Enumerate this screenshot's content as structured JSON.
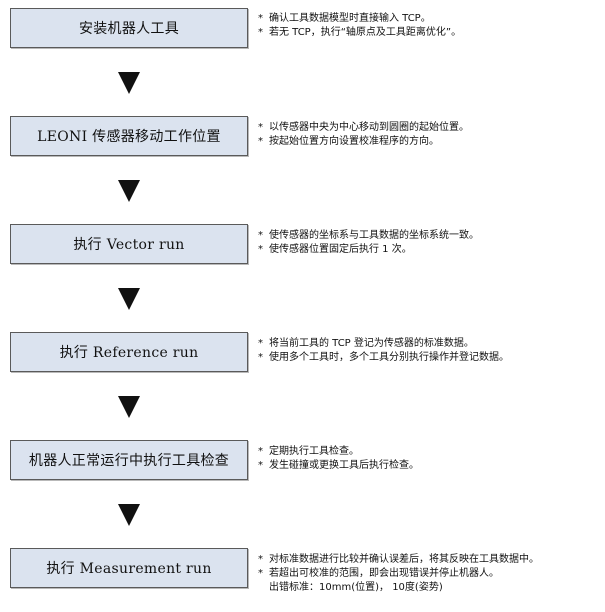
{
  "steps": [
    {
      "label": "安装机器人工具",
      "notes": [
        "确认工具数据模型时直接输入 TCP。",
        "若无 TCP，执行“轴原点及工具距离优化”。"
      ]
    },
    {
      "label": "LEONI 传感器移动工作位置",
      "notes": [
        "以传感器中央为中心移动到圆圈的起始位置。",
        "按起始位置方向设置校准程序的方向。"
      ]
    },
    {
      "label": "执行 Vector run",
      "notes": [
        "使传感器的坐标系与工具数据的坐标系统一致。",
        "使传感器位置固定后执行 1 次。"
      ]
    },
    {
      "label": "执行 Reference run",
      "notes": [
        "将当前工具的 TCP 登记为传感器的标准数据。",
        "使用多个工具时，多个工具分别执行操作并登记数据。"
      ]
    },
    {
      "label": "机器人正常运行中执行工具检查",
      "notes": [
        "定期执行工具检查。",
        "发生碰撞或更换工具后执行检查。"
      ]
    },
    {
      "label": "执行 Measurement run",
      "notes": [
        "对标准数据进行比较并确认误差后，将其反映在工具数据中。",
        "若超出可校准的范围，即会出现错误并停止机器人。"
      ],
      "extra_line": "出错标准：10mm(位置)， 10度(姿势)"
    }
  ],
  "bullet_symbol": "*",
  "colors": {
    "box_fill": "#dbe3ef",
    "box_border": "#5a5a5a",
    "arrow": "#111111"
  }
}
